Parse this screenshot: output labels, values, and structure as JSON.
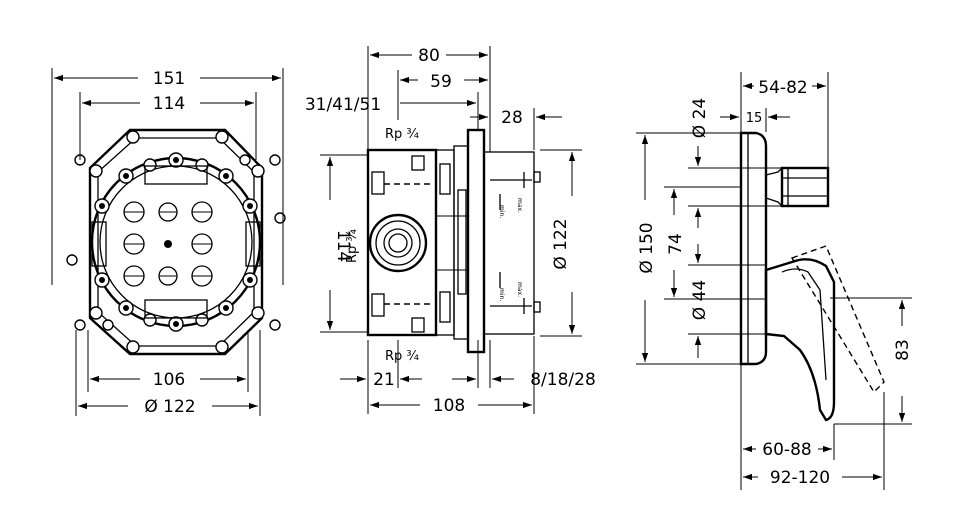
{
  "front": {
    "dim_151": "151",
    "dim_114": "114",
    "dim_106": "106",
    "dim_122": "Ø 122"
  },
  "section": {
    "dim_80": "80",
    "dim_59": "59",
    "dim_315141": "31/41/51",
    "dim_28": "28",
    "dim_114": "114",
    "thread_top": "Rp ¾",
    "thread_left": "Rp ¾",
    "thread_bottom": "Rp ¾",
    "dim_122": "Ø 122",
    "dim_21": "21",
    "dim_81828": "8/18/28",
    "dim_108": "108",
    "label_min_top": "min.",
    "label_max_top": "max.",
    "label_min_bottom": "min.",
    "label_max_bottom": "max."
  },
  "side": {
    "dim_5482": "54-82",
    "dim_24": "Ø 24",
    "dim_15": "15",
    "dim_150": "Ø 150",
    "dim_74": "74",
    "dim_44": "Ø 44",
    "dim_83": "83",
    "dim_6088": "60-88",
    "dim_92120": "92-120"
  }
}
